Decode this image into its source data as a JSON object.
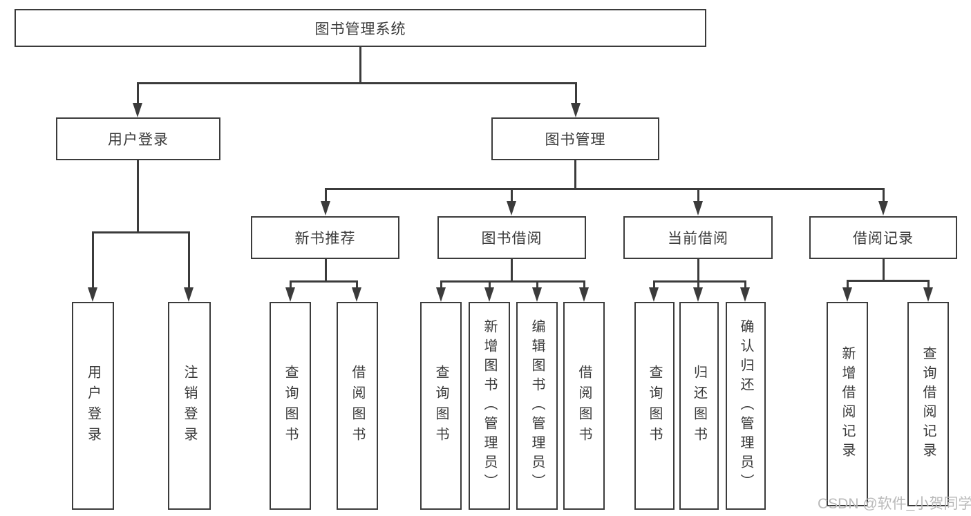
{
  "tree": {
    "root": {
      "label": "图书管理系统"
    },
    "user_login": {
      "label": "用户登录",
      "children": [
        {
          "label": "用户登录"
        },
        {
          "label": "注销登录"
        }
      ]
    },
    "book_management": {
      "label": "图书管理",
      "sections": [
        {
          "label": "新书推荐",
          "children": [
            {
              "label": "查询图书"
            },
            {
              "label": "借阅图书"
            }
          ]
        },
        {
          "label": "图书借阅",
          "children": [
            {
              "label": "查询图书"
            },
            {
              "label": "新增图书（管理员）"
            },
            {
              "label": "编辑图书（管理员）"
            },
            {
              "label": "借阅图书"
            }
          ]
        },
        {
          "label": "当前借阅",
          "children": [
            {
              "label": "查询图书"
            },
            {
              "label": "归还图书"
            },
            {
              "label": "确认归还（管理员）"
            }
          ]
        },
        {
          "label": "借阅记录",
          "children": [
            {
              "label": "新增借阅记录"
            },
            {
              "label": "查询借阅记录"
            }
          ]
        }
      ]
    }
  },
  "watermark": {
    "text": "CSDN @软件_小贺同学"
  },
  "colors": {
    "line": "#3b3b3b",
    "text": "#3a3a3a",
    "watermark": "#b9b9b9",
    "background": "#ffffff"
  }
}
